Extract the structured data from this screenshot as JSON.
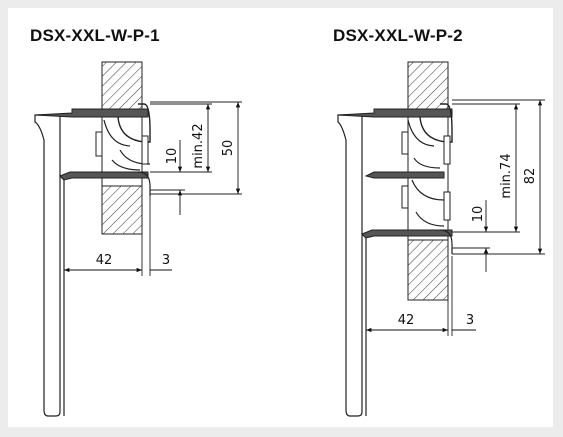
{
  "figures": [
    {
      "title": "DSX-XXL-W-P-1",
      "dims": {
        "min": "min.42",
        "total": "50",
        "gap": "10",
        "depth": "42",
        "thk": "3"
      }
    },
    {
      "title": "DSX-XXL-W-P-2",
      "dims": {
        "min": "min.74",
        "total": "82",
        "gap": "10",
        "depth": "42",
        "thk": "3"
      }
    }
  ]
}
